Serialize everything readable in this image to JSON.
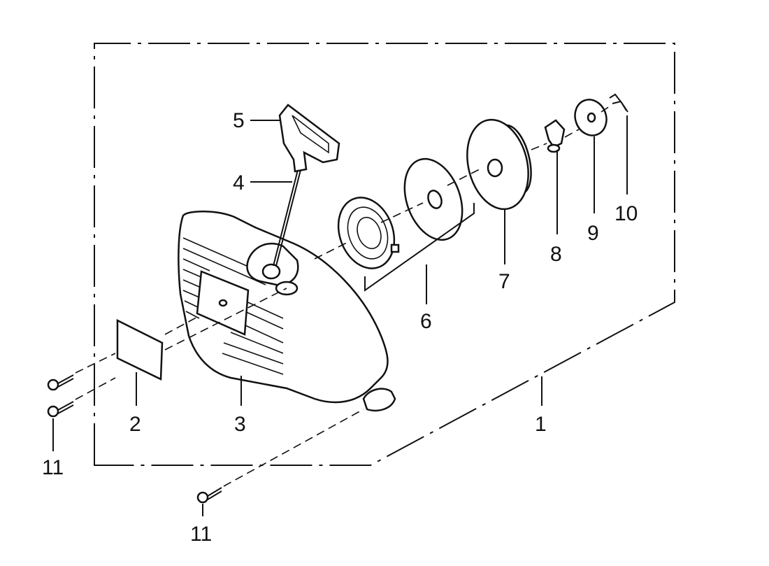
{
  "parts": [
    {
      "id": "1",
      "label": "1"
    },
    {
      "id": "2",
      "label": "2"
    },
    {
      "id": "3",
      "label": "3"
    },
    {
      "id": "4",
      "label": "4"
    },
    {
      "id": "5",
      "label": "5"
    },
    {
      "id": "6",
      "label": "6"
    },
    {
      "id": "7",
      "label": "7"
    },
    {
      "id": "8",
      "label": "8"
    },
    {
      "id": "9",
      "label": "9"
    },
    {
      "id": "10",
      "label": "10"
    },
    {
      "id": "11a",
      "label": "11"
    },
    {
      "id": "11b",
      "label": "11"
    }
  ]
}
